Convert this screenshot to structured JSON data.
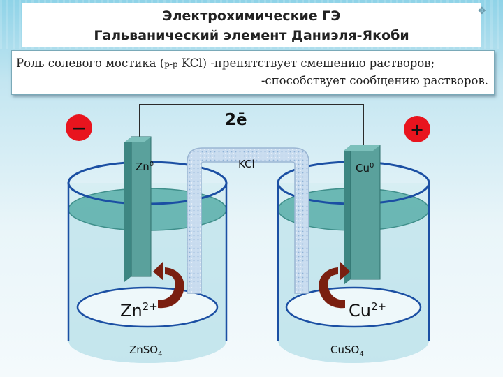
{
  "title": {
    "line1": "Электрохимические ГЭ",
    "line2": "Гальванический элемент Даниэля-Якоби"
  },
  "role": {
    "prefix": "Роль солевого мостика (",
    "small": "р-р",
    "kcl": " KCl",
    "suffix": ") -препятствует смешению растворов;",
    "line2": "-способствует сообщению растворов."
  },
  "diagram": {
    "minus_sign": "—",
    "plus_sign": "+",
    "electrons": "2ē",
    "bridge": "KCl",
    "left_electrode": {
      "symbol": "Zn",
      "charge": "0"
    },
    "right_electrode": {
      "symbol": "Cu",
      "charge": "0"
    },
    "left_ion": {
      "symbol": "Zn",
      "charge": "2+"
    },
    "right_ion": {
      "symbol": "Cu",
      "charge": "2+"
    },
    "left_solution": {
      "main": "ZnSO",
      "sub": "4"
    },
    "right_solution": {
      "main": "CuSO",
      "sub": "4"
    }
  },
  "colors": {
    "minus_circle": "#e8141e",
    "plus_circle": "#e8141e",
    "arrow": "#7a1f10",
    "solution": "#5fb1ad",
    "electrode": "#5aa19c"
  }
}
